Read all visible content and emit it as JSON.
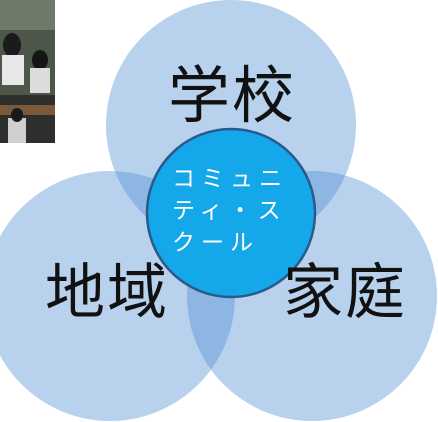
{
  "diagram": {
    "circles": [
      {
        "label": "学校"
      },
      {
        "label": "地域"
      },
      {
        "label": "家庭"
      }
    ],
    "center": {
      "lines": [
        "コミュニ",
        "ティ・ス",
        "クール"
      ]
    }
  },
  "colors": {
    "circle_fill": "#b8d2ee",
    "overlap_fill": "#8eb6e2",
    "center_fill": "#14a7ea",
    "center_border": "#2a5a8c"
  }
}
